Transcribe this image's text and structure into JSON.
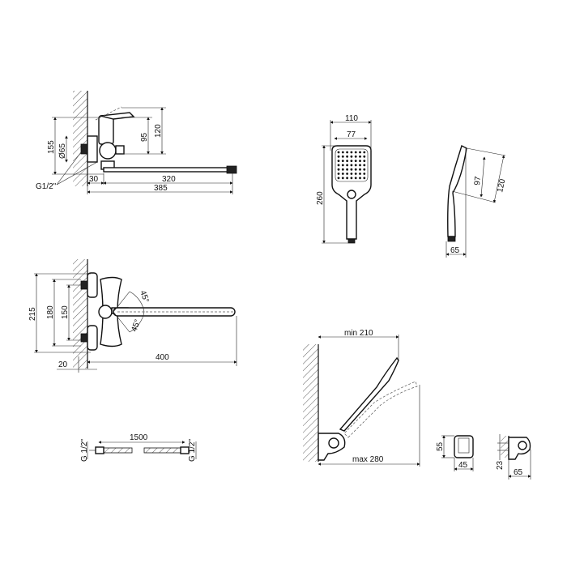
{
  "drawings": {
    "mixer_side": {
      "d155": "155",
      "d65": "Ø65",
      "d95": "95",
      "d120": "120",
      "d30": "30",
      "d320": "320",
      "d385": "385",
      "thread": "G1/2\""
    },
    "hand_shower_front": {
      "d110": "110",
      "d77": "77",
      "d260": "260"
    },
    "hand_shower_side": {
      "d97": "97",
      "d120": "120",
      "d65": "65"
    },
    "mixer_front": {
      "d215": "215",
      "d180": "180",
      "d150": "150",
      "angle_up": "45°",
      "angle_down": "45°",
      "d400": "400",
      "d20": "20"
    },
    "hose": {
      "d1500": "1500",
      "thread_left": "G 1/2\"",
      "thread_right": "G 1/2\""
    },
    "shower_holder_install": {
      "min": "min 210",
      "max": "max 280"
    },
    "holder_front": {
      "d55": "55",
      "d45": "45"
    },
    "holder_side": {
      "d23": "23",
      "d65": "65"
    }
  },
  "colors": {
    "line": "#111111",
    "background": "#ffffff"
  }
}
